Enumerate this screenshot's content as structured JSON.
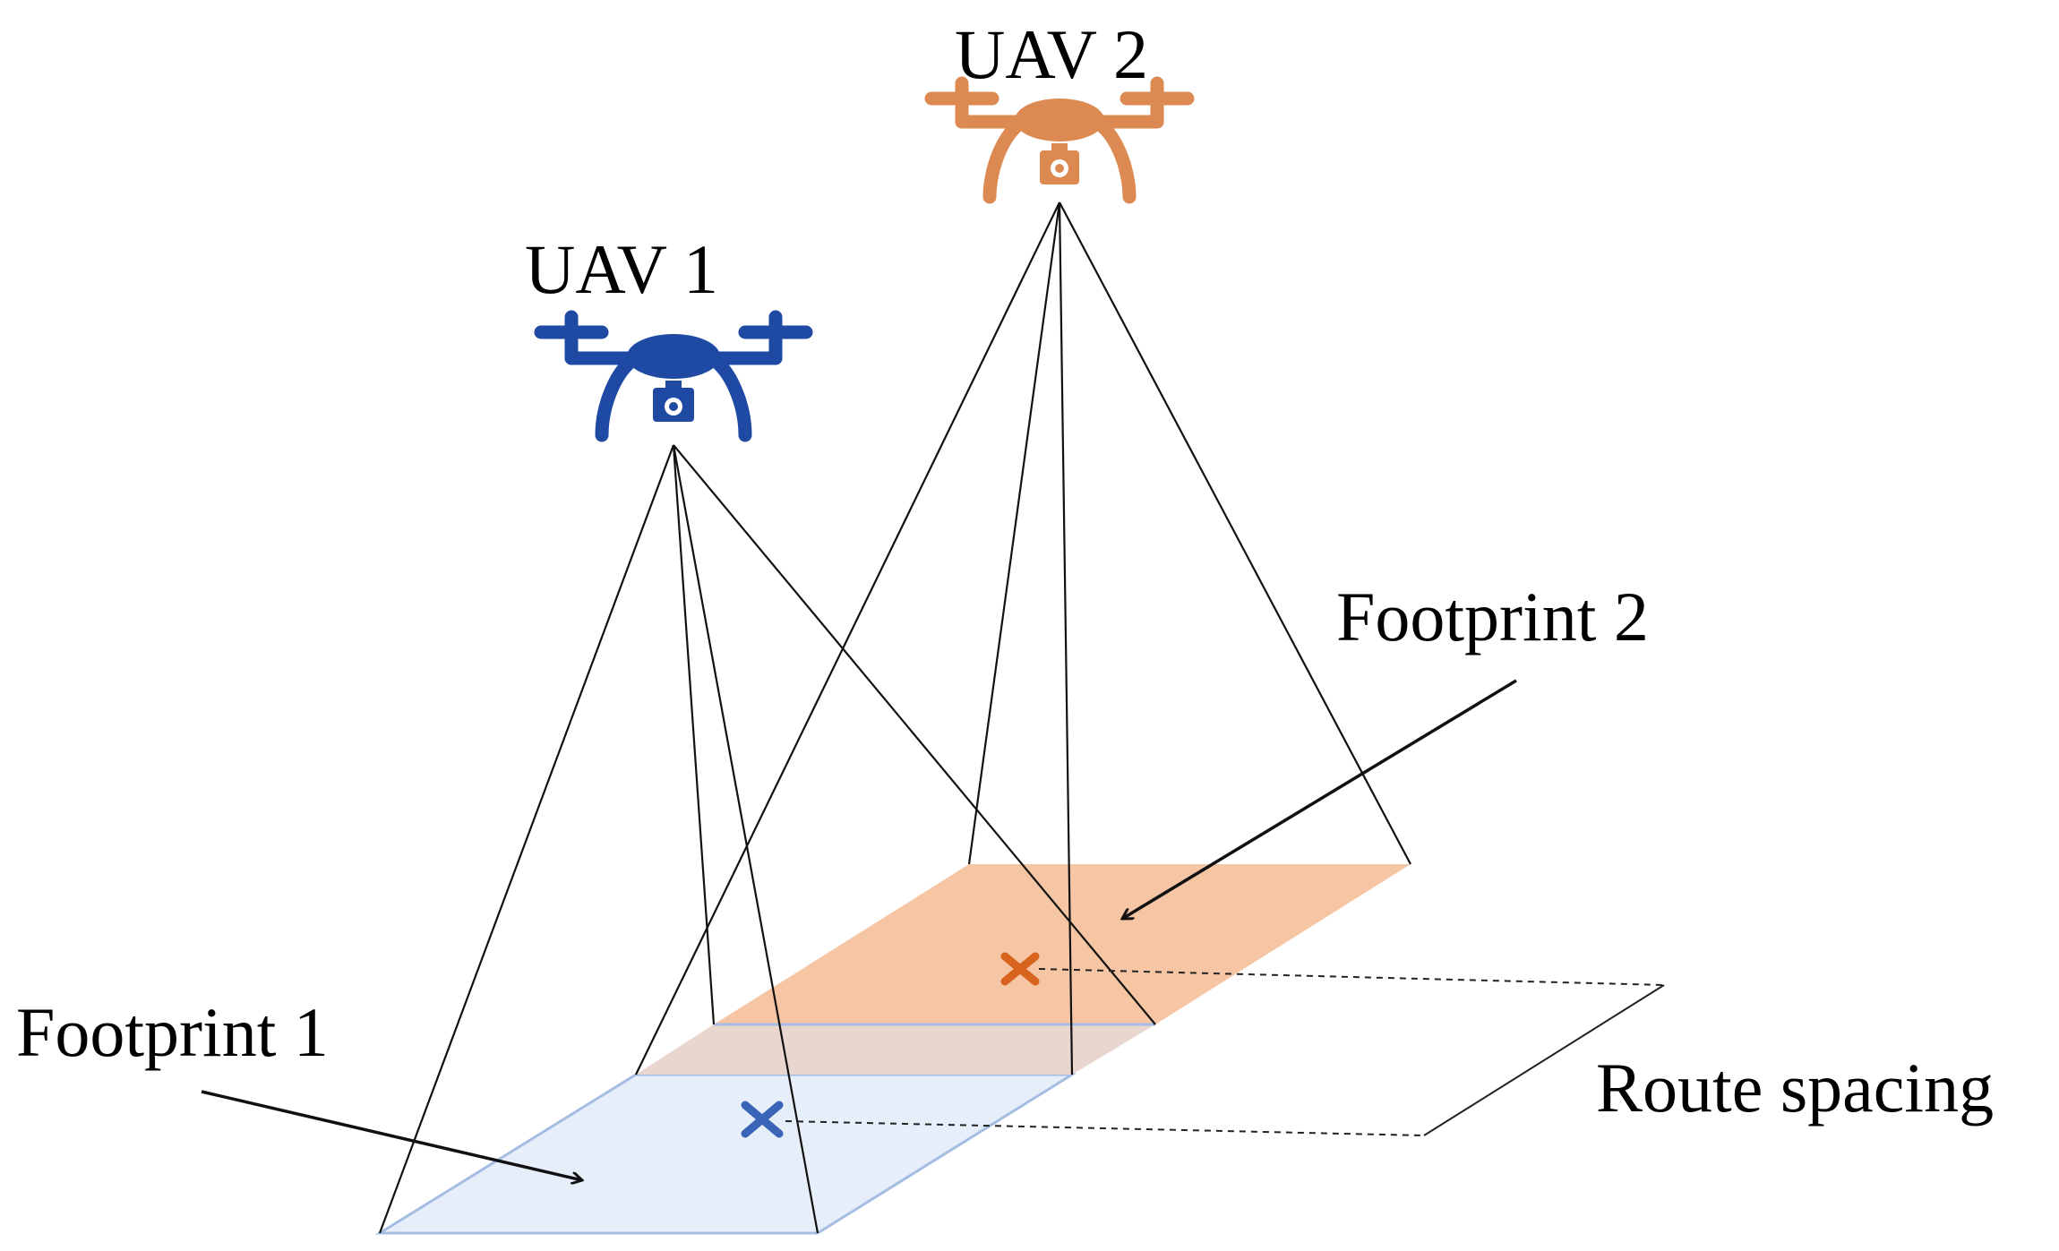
{
  "labels": {
    "uav2": "UAV 2",
    "uav1": "UAV 1",
    "footprint2": "Footprint 2",
    "footprint1": "Footprint 1",
    "route_spacing": "Route spacing"
  },
  "colors": {
    "uav1": "#1f4aa3",
    "uav2": "#dd8a52",
    "footprint1_fill": "#e6eef9",
    "footprint1_edge": "#a6bde3",
    "footprint2_fill": "#f6c6a4",
    "overlap_fill": "#e8d6cf",
    "center1_marker": "#3a64b8",
    "center2_marker": "#d8631f",
    "lines": "#111111"
  },
  "icons": {
    "uav1": "drone-camera-icon",
    "uav2": "drone-camera-icon",
    "center1": "x-mark-icon",
    "center2": "x-mark-icon"
  }
}
